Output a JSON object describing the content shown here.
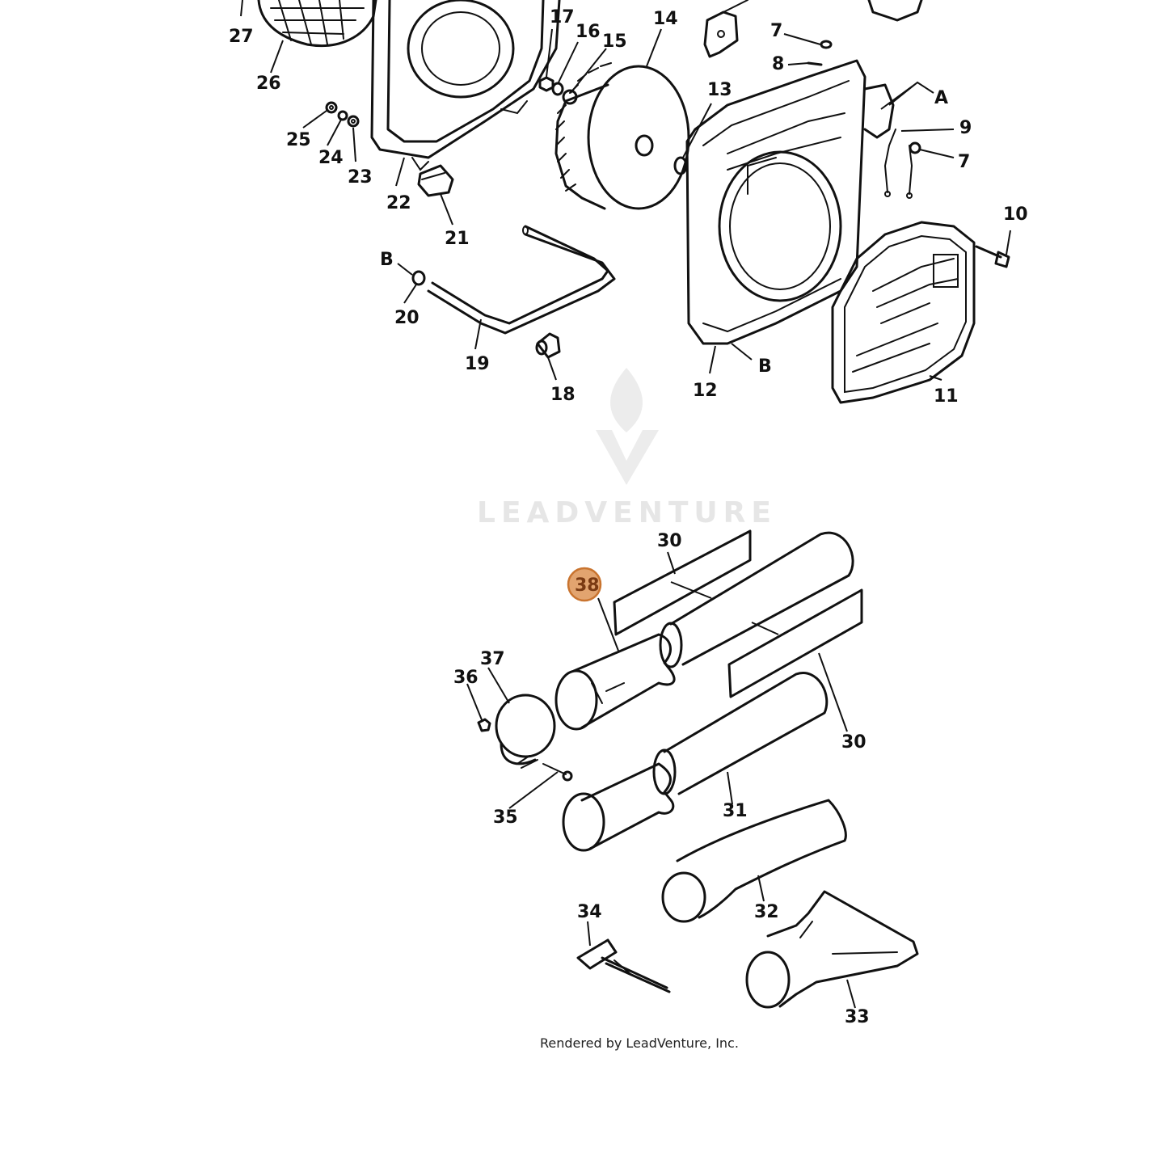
{
  "watermark": {
    "text": "LEADVENTURE"
  },
  "credit": "Rendered by LeadVenture, Inc.",
  "highlight": {
    "label": "38",
    "color": "#e2a46f",
    "border": "#c9742f"
  },
  "callouts": {
    "c27": "27",
    "c26": "26",
    "c25": "25",
    "c24": "24",
    "c23": "23",
    "c22": "22",
    "c21": "21",
    "c20": "20",
    "c19": "19",
    "c18": "18",
    "c17": "17",
    "c16": "16",
    "c15": "15",
    "c14": "14",
    "c13": "13",
    "c12": "12",
    "c11": "11",
    "c10": "10",
    "c9": "9",
    "c8": "8",
    "c7a": "7",
    "c7b": "7",
    "cA": "A",
    "cB1": "B",
    "cB2": "B",
    "c30a": "30",
    "c30b": "30",
    "c31": "31",
    "c32": "32",
    "c33": "33",
    "c34": "34",
    "c35": "35",
    "c36": "36",
    "c37": "37"
  }
}
